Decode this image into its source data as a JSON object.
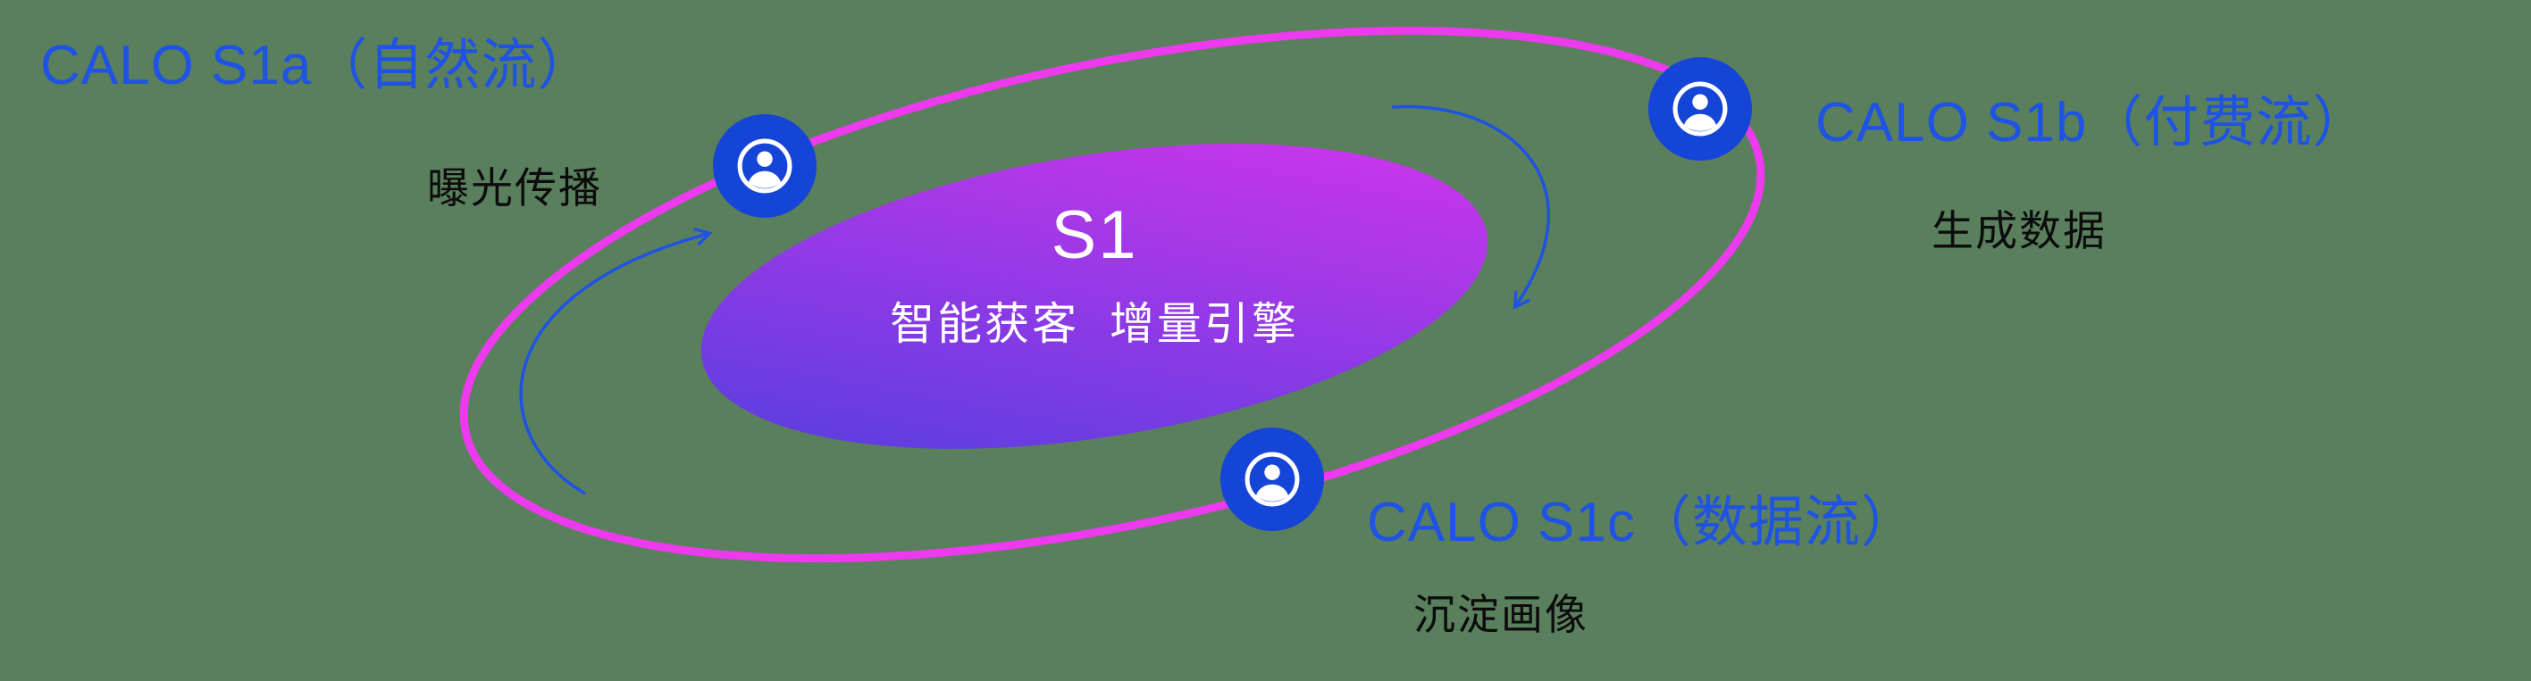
{
  "colors": {
    "background": "#5a7f5d",
    "label_blue": "#1e53e4",
    "sublabel_dark": "#0c0c0c",
    "ring_magenta": "#ed3aee",
    "core_gradient_start": "#4d3fdf",
    "core_gradient_end": "#d934ec",
    "icon_blue": "#1545d6",
    "icon_glyph_white": "#ffffff",
    "arrow_blue": "#1e53e4",
    "center_text_white": "#ffffff"
  },
  "core": {
    "title": "S1",
    "subtitle": "智能获客  增量引擎"
  },
  "nodes": {
    "s1a": {
      "label": "CALO S1a（自然流）",
      "sublabel": "曝光传播",
      "icon": "user-badge"
    },
    "s1b": {
      "label": "CALO S1b（付费流）",
      "sublabel": "生成数据",
      "icon": "user-badge"
    },
    "s1c": {
      "label": "CALO S1c（数据流）",
      "sublabel": "沉淀画像",
      "icon": "user-badge"
    }
  }
}
